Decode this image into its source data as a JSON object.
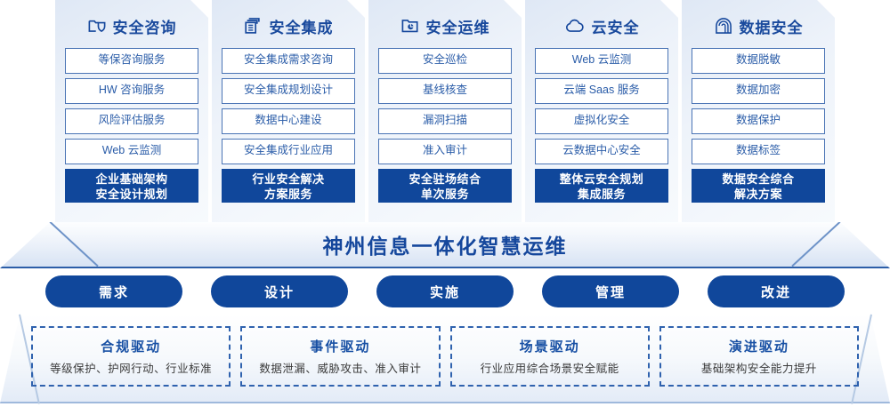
{
  "columns": [
    {
      "icon": "folder-shield-icon",
      "title": "安全咨询",
      "items": [
        "等保咨询服务",
        "HW 咨询服务",
        "风险评估服务",
        "Web 云监测"
      ],
      "accent": [
        "企业基础架构",
        "安全设计规划"
      ]
    },
    {
      "icon": "documents-stack-icon",
      "title": "安全集成",
      "items": [
        "安全集成需求咨询",
        "安全集成规划设计",
        "数据中心建设",
        "安全集成行业应用"
      ],
      "accent": [
        "行业安全解决",
        "方案服务"
      ]
    },
    {
      "icon": "folder-chart-icon",
      "title": "安全运维",
      "items": [
        "安全巡检",
        "基线核查",
        "漏洞扫描",
        "准入审计"
      ],
      "accent": [
        "安全驻场结合",
        "单次服务"
      ]
    },
    {
      "icon": "cloud-icon",
      "title": "云安全",
      "items": [
        "Web 云监测",
        "云端 Saas 服务",
        "虚拟化安全",
        "云数据中心安全"
      ],
      "accent": [
        "整体云安全规划",
        "集成服务"
      ]
    },
    {
      "icon": "fingerprint-icon",
      "title": "数据安全",
      "items": [
        "数据脱敏",
        "数据加密",
        "数据保护",
        "数据标签"
      ],
      "accent": [
        "数据安全综合",
        "解决方案"
      ]
    }
  ],
  "banner": {
    "text": "神州信息一体化智慧运维"
  },
  "phases": [
    {
      "label": "需求"
    },
    {
      "label": "设计"
    },
    {
      "label": "实施"
    },
    {
      "label": "管理"
    },
    {
      "label": "改进"
    }
  ],
  "drivers": [
    {
      "title": "合规驱动",
      "subtitle": "等级保护、护网行动、行业标准"
    },
    {
      "title": "事件驱动",
      "subtitle": "数据泄漏、威胁攻击、准入审计"
    },
    {
      "title": "场景驱动",
      "subtitle": "行业应用综合场景安全赋能"
    },
    {
      "title": "演进驱动",
      "subtitle": "基础架构安全能力提升"
    }
  ],
  "colors": {
    "primary": "#10479b",
    "title_blue": "#1a4a9d",
    "item_border": "#4a74b5",
    "dashed_border": "#2f62ae"
  }
}
